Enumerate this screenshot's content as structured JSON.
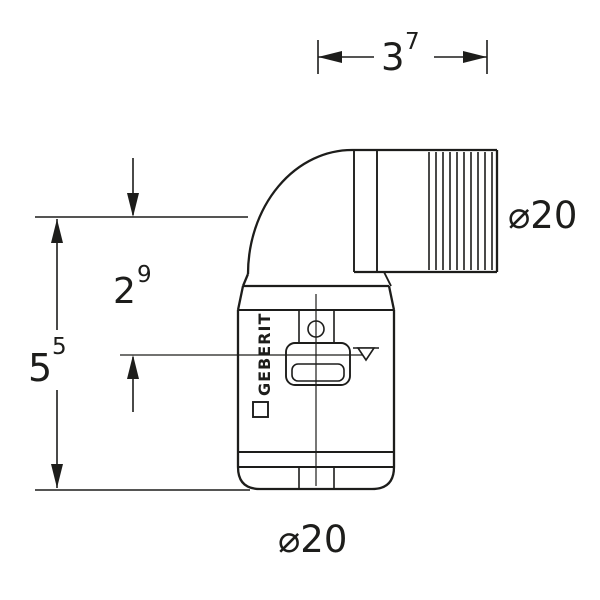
{
  "dims": {
    "top": {
      "value": "3",
      "sup": "7"
    },
    "total": {
      "value": "5",
      "sup": "5"
    },
    "depth": {
      "value": "2",
      "sup": "9"
    },
    "dia_right": "⌀20",
    "dia_bottom": "⌀20"
  },
  "brand": {
    "name": "GEBERIT"
  },
  "colors": {
    "line": "#1d1d1b",
    "background": "#ffffff"
  }
}
